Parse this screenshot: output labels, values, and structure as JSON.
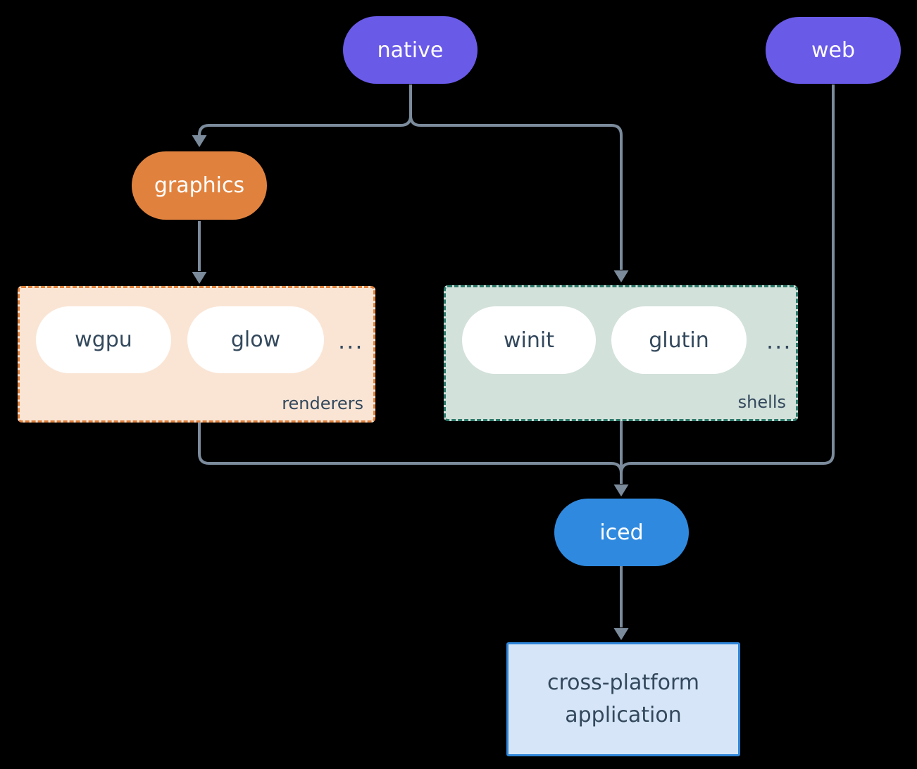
{
  "diagram": {
    "background": "#000000",
    "connector_color": "#7b8b9c",
    "nodes": {
      "native": {
        "label": "native",
        "color": "#695ae8"
      },
      "web": {
        "label": "web",
        "color": "#695ae8"
      },
      "graphics": {
        "label": "graphics",
        "color": "#e0823e"
      },
      "wgpu": {
        "label": "wgpu",
        "color": "#ffffff"
      },
      "glow": {
        "label": "glow",
        "color": "#ffffff"
      },
      "winit": {
        "label": "winit",
        "color": "#ffffff"
      },
      "glutin": {
        "label": "glutin",
        "color": "#ffffff"
      },
      "iced": {
        "label": "iced",
        "color": "#2f8adf"
      },
      "application": {
        "line1": "cross-platform",
        "line2": "application",
        "bg": "#d6e6f8",
        "border": "#2f86d9"
      }
    },
    "groups": {
      "renderers": {
        "label": "renderers",
        "ellipsis": "...",
        "bg": "#fae5d5",
        "border": "#e0823e"
      },
      "shells": {
        "label": "shells",
        "ellipsis": "...",
        "bg": "#d2e1da",
        "border": "#2d7a6b"
      }
    },
    "edges": [
      {
        "from": "native",
        "to": "graphics"
      },
      {
        "from": "native",
        "to": "shells"
      },
      {
        "from": "graphics",
        "to": "renderers"
      },
      {
        "from": "renderers",
        "to": "iced"
      },
      {
        "from": "shells",
        "to": "iced"
      },
      {
        "from": "web",
        "to": "iced"
      },
      {
        "from": "iced",
        "to": "application"
      }
    ],
    "text_color_dark": "#33485c"
  }
}
